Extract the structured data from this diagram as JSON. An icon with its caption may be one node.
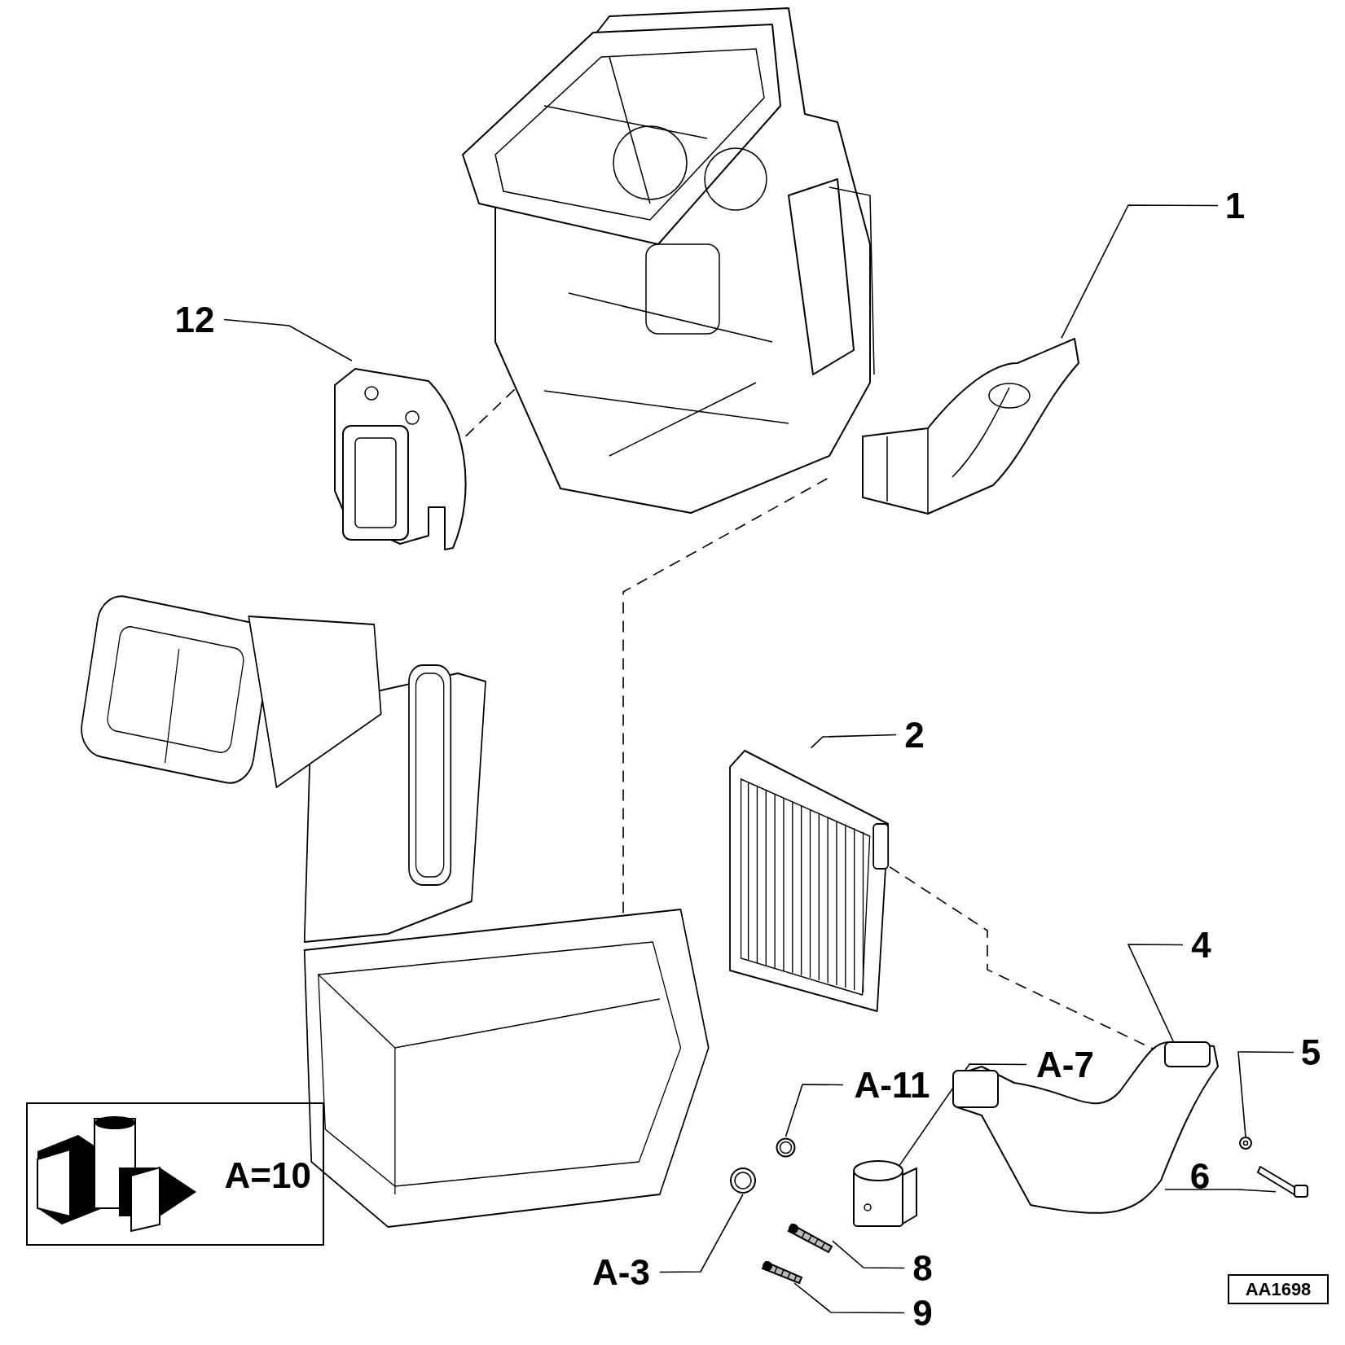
{
  "diagram": {
    "nodes": [
      {
        "text": [
          "1"
        ]
      },
      {
        "text": [
          "12"
        ]
      },
      {
        "text": [],
        "shape": "picture"
      },
      {
        "text": [],
        "shape": "picture"
      },
      {
        "text": [],
        "shape": "picture"
      },
      {
        "text": [],
        "shape": "picture"
      },
      {
        "text": [
          "2"
        ]
      },
      {
        "text": [],
        "shape": "picture"
      },
      {
        "text": [
          "4"
        ]
      },
      {
        "text": [],
        "shape": "picture"
      },
      {
        "text": [
          "5"
        ]
      },
      {
        "text": [],
        "shape": "picture"
      },
      {
        "text": [
          "6"
        ]
      },
      {
        "text": [],
        "shape": "picture"
      },
      {
        "text": [
          "A-11"
        ]
      },
      {
        "text": [],
        "shape": "picture"
      },
      {
        "text": [
          "A-7"
        ]
      },
      {
        "text": [],
        "shape": "picture"
      },
      {
        "text": [
          "A-3"
        ]
      },
      {
        "text": [],
        "shape": "picture"
      },
      {
        "text": [
          "8"
        ]
      },
      {
        "text": [],
        "shape": "picture"
      },
      {
        "text": [
          "9"
        ]
      },
      {
        "text": [],
        "shape": "picture"
      },
      {
        "text": [
          "A=10"
        ]
      }
    ],
    "edges": [
      {
        "from": 0,
        "to": 4,
        "arrow": "none"
      },
      {
        "from": 1,
        "to": 3,
        "arrow": "none"
      },
      {
        "from": 6,
        "to": 7,
        "arrow": "none"
      },
      {
        "from": 8,
        "to": 9,
        "arrow": "none"
      },
      {
        "from": 10,
        "to": 11,
        "arrow": "none"
      },
      {
        "from": 12,
        "to": 13,
        "arrow": "none"
      },
      {
        "from": 14,
        "to": 15,
        "arrow": "none"
      },
      {
        "from": 16,
        "to": 17,
        "arrow": "none"
      },
      {
        "from": 18,
        "to": 19,
        "arrow": "none"
      },
      {
        "from": 20,
        "to": 21,
        "arrow": "none"
      },
      {
        "from": 22,
        "to": 23,
        "arrow": "none"
      },
      {
        "from": 3,
        "to": 2,
        "arrow": "none",
        "style": "dashed"
      },
      {
        "from": 2,
        "to": 5,
        "arrow": "none",
        "style": "dashed"
      },
      {
        "from": 7,
        "to": 9,
        "arrow": "none",
        "style": "dashed"
      }
    ],
    "labels": [
      "AA1698"
    ]
  }
}
